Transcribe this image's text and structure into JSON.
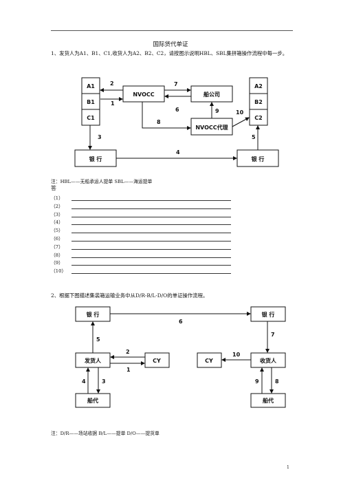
{
  "title": "国际货代单证",
  "q1": {
    "text": "1、发货人为A1、B1、C1,收货人为A2、B2、C2，请按图示说明HBL、SBL集拼箱操作流程中每一步。",
    "boxes": {
      "a1": "A1",
      "b1": "B1",
      "c1": "C1",
      "a2": "A2",
      "b2": "B2",
      "c2": "C2",
      "nvocc": "NVOCC",
      "carrier": "船公司",
      "agent": "NVOCC代理",
      "bank_left": "银  行",
      "bank_right": "银  行"
    },
    "steps": [
      "1",
      "2",
      "3",
      "4",
      "5",
      "6",
      "7",
      "8",
      "9",
      "10"
    ],
    "note": "注：HBL——无船承运人提单    SBL——海运提单"
  },
  "answers": {
    "heading": "答",
    "labels": [
      "（1）",
      "（2）",
      "（3）",
      "（4）",
      "（5）",
      "（6）",
      "（7）",
      "（8）",
      "（9）",
      "（10）"
    ]
  },
  "q2": {
    "text": "2、根据下图描述集装箱运输业务中从D/R-B/L-D/O的单证操作流程。",
    "boxes": {
      "bank_left": "银  行",
      "bank_right": "银  行",
      "shipper": "发货人",
      "cy_left": "CY",
      "cy_right": "CY",
      "consignee": "收货人",
      "agent_left": "船代",
      "agent_right": "船代"
    },
    "steps": [
      "1",
      "2",
      "3",
      "4",
      "5",
      "6",
      "7",
      "8",
      "9",
      "10"
    ],
    "note": "注：D/R——场站收据    B/L——提单    D/O——提货单"
  },
  "page_number": "1"
}
